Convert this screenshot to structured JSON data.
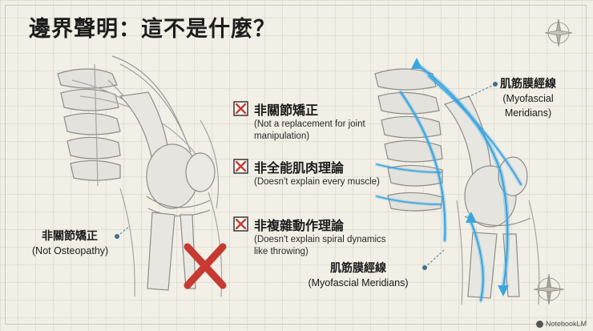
{
  "slide": {
    "title": "邊界聲明：這不是什麼？",
    "items": [
      {
        "title": "非關節矯正",
        "desc": "(Not a replacement for joint manipulation)"
      },
      {
        "title": "非全能肌肉理論",
        "desc": "(Doesn't explain every muscle)"
      },
      {
        "title": "非複雜動作理論",
        "desc": "(Doesn't explain spiral dynamics like throwing)"
      }
    ],
    "left_label": {
      "zh": "非關節矯正",
      "en": "(Not Osteopathy)"
    },
    "right_top_label": {
      "zh": "肌筋膜經線",
      "en_line1": "(Myofascial",
      "en_line2": "Meridians)"
    },
    "right_bottom_label": {
      "zh": "肌筋膜經線",
      "en": "(Myofascial Meridians)"
    },
    "watermark": "NotebookLM"
  },
  "colors": {
    "cross": "#c63a32",
    "meridian": "#3aa6e0",
    "ink": "#1c1c1c",
    "background": "#f1efe6"
  },
  "icons": {
    "checkbox": "crossed-checkbox-icon",
    "cross": "red-cross-icon",
    "compass": "compass-rose-icon"
  }
}
